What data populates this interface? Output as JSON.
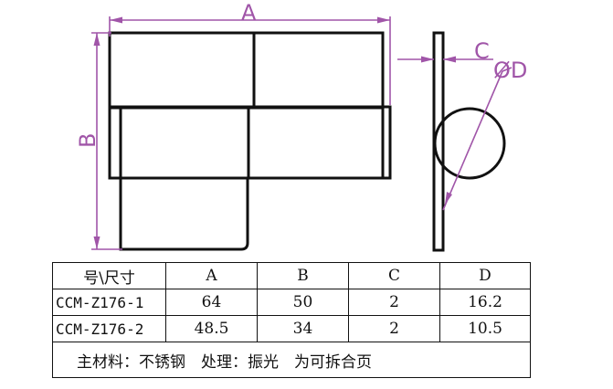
{
  "drawing": {
    "dim_labels": {
      "a": "A",
      "b": "B",
      "c": "C",
      "d": "ØD"
    },
    "colors": {
      "part": "#111111",
      "dimension": "#a055a8"
    }
  },
  "table": {
    "headers": [
      "号\\尺寸",
      "A",
      "B",
      "C",
      "D"
    ],
    "rows": [
      [
        "CCM-Z176-1",
        "64",
        "50",
        "2",
        "16.2"
      ],
      [
        "CCM-Z176-2",
        "48.5",
        "34",
        "2",
        "10.5"
      ]
    ],
    "material_note": "主材料：不锈钢　处理：振光　为可拆合页"
  }
}
